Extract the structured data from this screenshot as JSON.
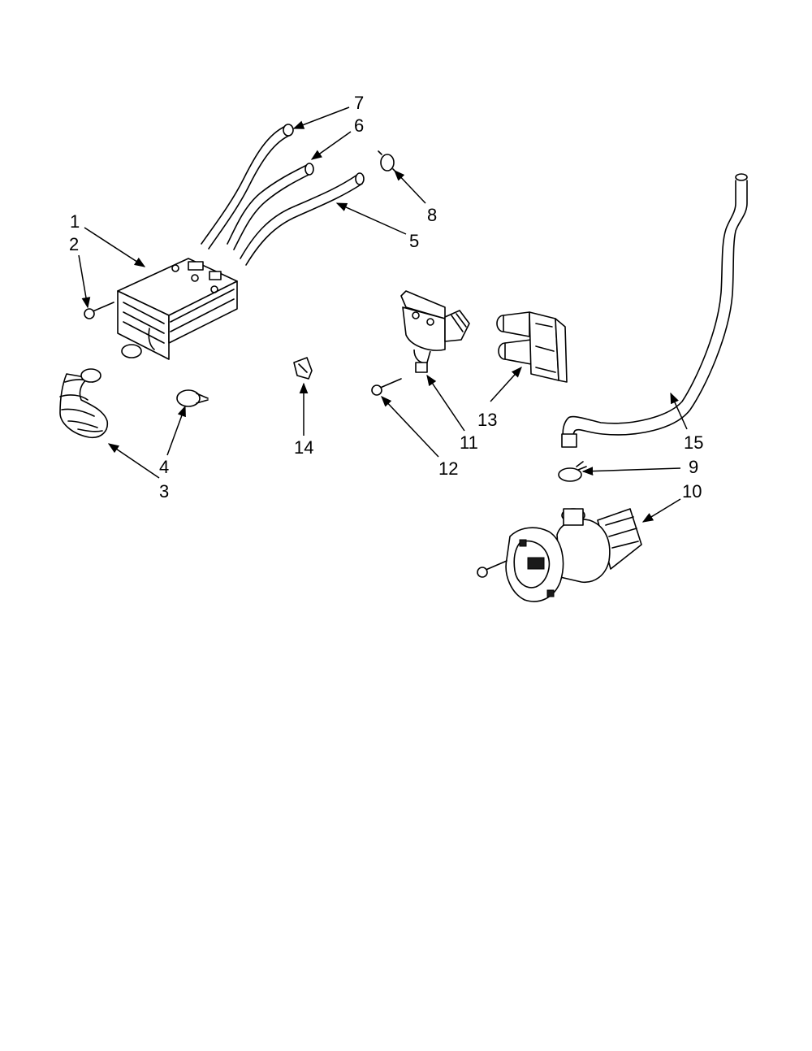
{
  "callouts": [
    {
      "id": "1",
      "label": "1"
    },
    {
      "id": "2",
      "label": "2"
    },
    {
      "id": "3",
      "label": "3"
    },
    {
      "id": "4",
      "label": "4"
    },
    {
      "id": "5",
      "label": "5"
    },
    {
      "id": "6",
      "label": "6"
    },
    {
      "id": "7",
      "label": "7"
    },
    {
      "id": "8",
      "label": "8"
    },
    {
      "id": "9",
      "label": "9"
    },
    {
      "id": "10",
      "label": "10"
    },
    {
      "id": "11",
      "label": "11"
    },
    {
      "id": "12",
      "label": "12"
    },
    {
      "id": "13",
      "label": "13"
    },
    {
      "id": "14",
      "label": "14"
    },
    {
      "id": "15",
      "label": "15"
    }
  ],
  "colors": {
    "line": "#000000",
    "background": "#ffffff"
  }
}
